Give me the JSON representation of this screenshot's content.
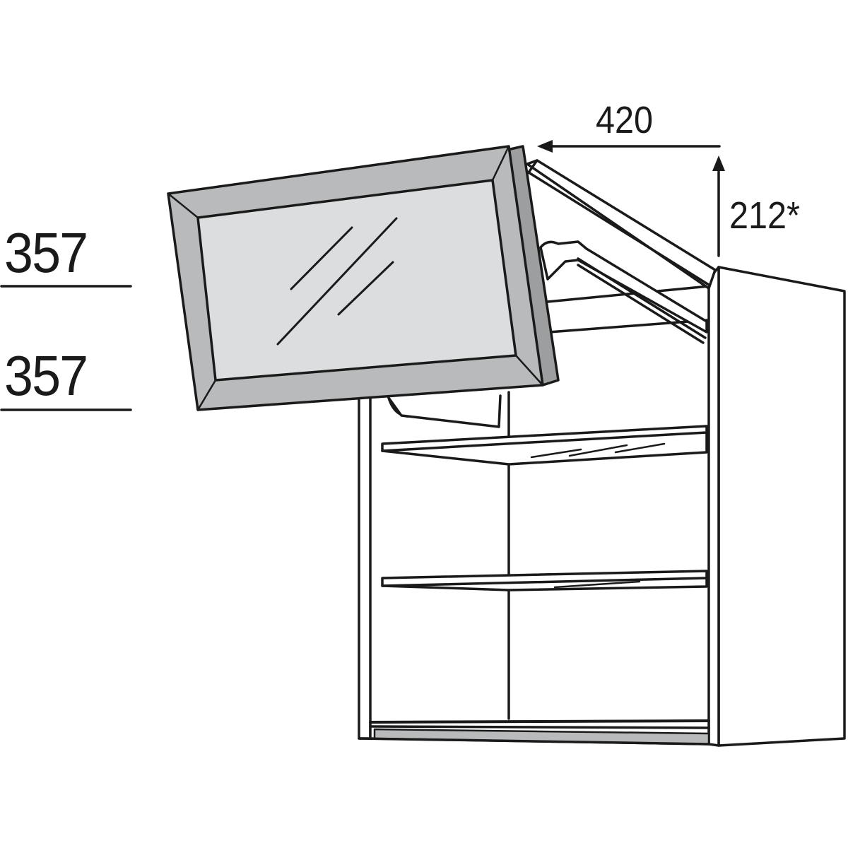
{
  "drawing": {
    "title": "Wall cabinet with glass lift-up door",
    "subject": "kitchen wall cabinet, open lift-up (flap) door with glass panel, two shelves",
    "colors": {
      "line": "#1a1a1a",
      "frame_fill": "#b9babb",
      "glass_fill": "#dcddde",
      "edge_fill": "#9d9e9f",
      "background": "#ffffff"
    }
  },
  "dimensions": {
    "left_upper": {
      "value": "357",
      "description": "height of upper section"
    },
    "left_lower": {
      "value": "357",
      "description": "height of lower section"
    },
    "horizontal": {
      "value": "420",
      "description": "door projection when open"
    },
    "vertical": {
      "value": "212*",
      "description": "door rise above cabinet when open"
    }
  },
  "components": [
    {
      "name": "lift-up glass door",
      "state": "open"
    },
    {
      "name": "lift mechanism arm"
    },
    {
      "name": "upper shelf"
    },
    {
      "name": "lower shelf"
    },
    {
      "name": "cabinet side panel"
    },
    {
      "name": "cabinet bottom"
    }
  ]
}
